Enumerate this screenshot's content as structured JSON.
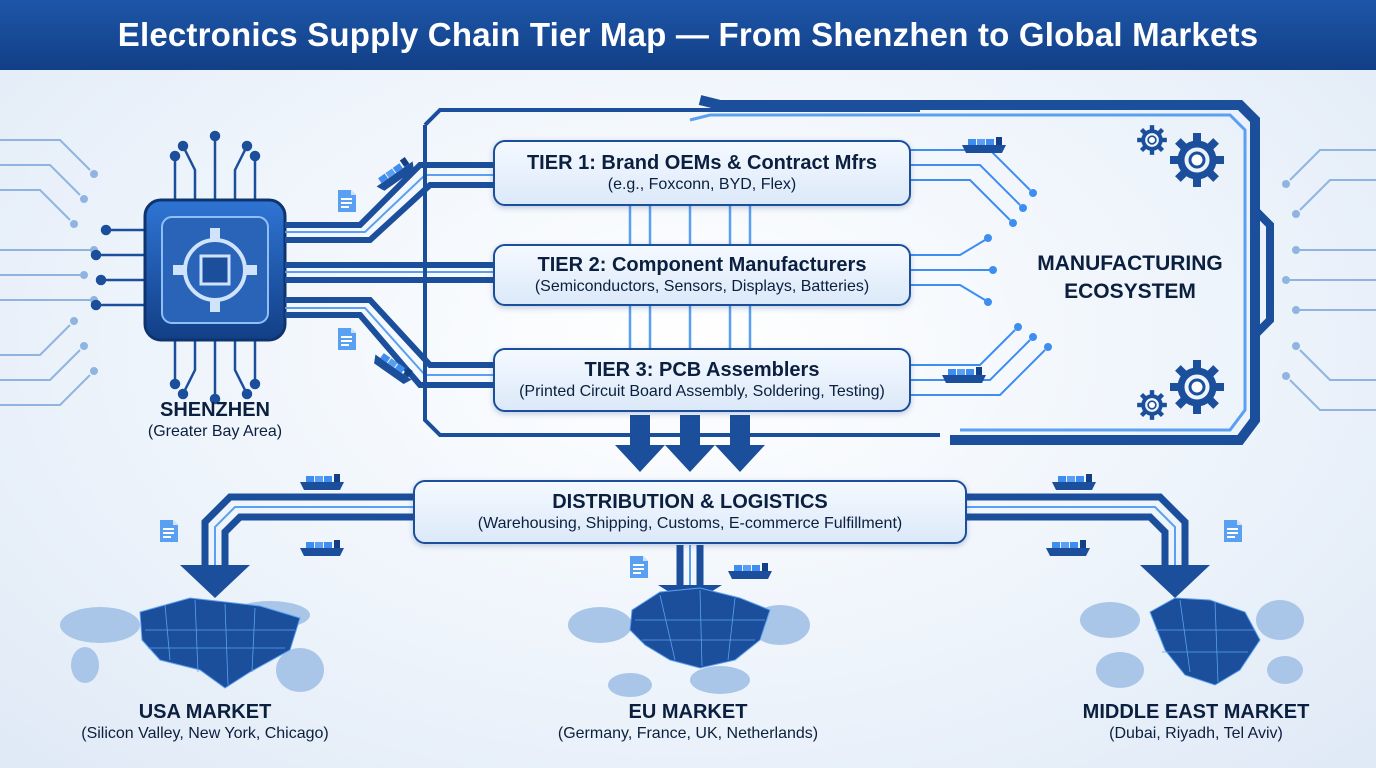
{
  "title": "Electronics Supply Chain Tier Map — From Shenzhen to Global Markets",
  "origin": {
    "name": "SHENZHEN",
    "sub": "(Greater Bay Area)"
  },
  "tiers": [
    {
      "title": "TIER 1: Brand OEMs & Contract Mfrs",
      "sub": "(e.g., Foxconn, BYD, Flex)"
    },
    {
      "title": "TIER 2: Component Manufacturers",
      "sub": "(Semiconductors, Sensors, Displays, Batteries)"
    },
    {
      "title": "TIER 3: PCB Assemblers",
      "sub": "(Printed Circuit Board Assembly, Soldering, Testing)"
    }
  ],
  "ecosystem": {
    "line1": "MANUFACTURING",
    "line2": "ECOSYSTEM"
  },
  "distribution": {
    "title": "DISTRIBUTION & LOGISTICS",
    "sub": "(Warehousing, Shipping, Customs, E-commerce Fulfillment)"
  },
  "markets": [
    {
      "name": "USA MARKET",
      "sub": "(Silicon Valley, New York, Chicago)"
    },
    {
      "name": "EU MARKET",
      "sub": "(Germany, France, UK, Netherlands)"
    },
    {
      "name": "MIDDLE EAST MARKET",
      "sub": "(Dubai, Riyadh, Tel Aviv)"
    }
  ],
  "icons": {
    "chip": "chip-icon",
    "gear": "gear-icon",
    "ship": "cargo-ship-icon",
    "doc": "document-icon",
    "map": "world-map-icon",
    "arrow": "down-arrow-icon"
  },
  "colors": {
    "primary": "#1b4f9c",
    "accent": "#3d8ef0",
    "dark": "#123f86",
    "light": "#dce9f9"
  }
}
